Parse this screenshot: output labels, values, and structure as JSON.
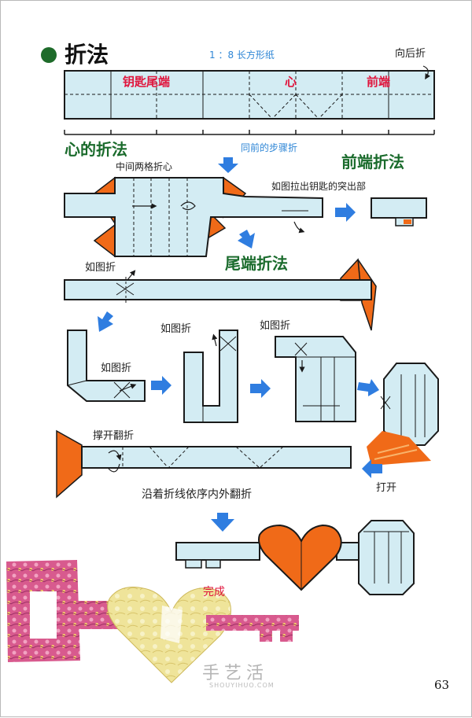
{
  "heading": {
    "title": "折法"
  },
  "strip": {
    "ratio": "1 ：8 长方形纸",
    "fold_back": "向后折",
    "section_labels": [
      "钥匙尾端",
      "心",
      "前端"
    ]
  },
  "steps": {
    "heart_title": "心的折法",
    "same_steps": "同前的步骤折",
    "heart_note": "中间两格折心",
    "front_title": "前端折法",
    "pull_out": "如图拉出钥匙的突出部",
    "tail_title": "尾端折法",
    "fold_as_shown": "如图折",
    "spread_flip": "撑开翻折",
    "open": "打开",
    "along_crease": "沿着折线依序内外翻折",
    "done": "完成"
  },
  "watermark": {
    "cn": "手艺活",
    "en": "SHOUYIHUO.COM"
  },
  "page_number": "63",
  "colors": {
    "paper": "#d3ecf3",
    "orange": "#f06a18",
    "arrow": "#2f7de0",
    "outline": "#1a1a1a",
    "green_text": "#1a6b2c",
    "red_text": "#e0143c",
    "pink_paper": "#d85a8e",
    "yellow_paper": "#efe49a"
  }
}
